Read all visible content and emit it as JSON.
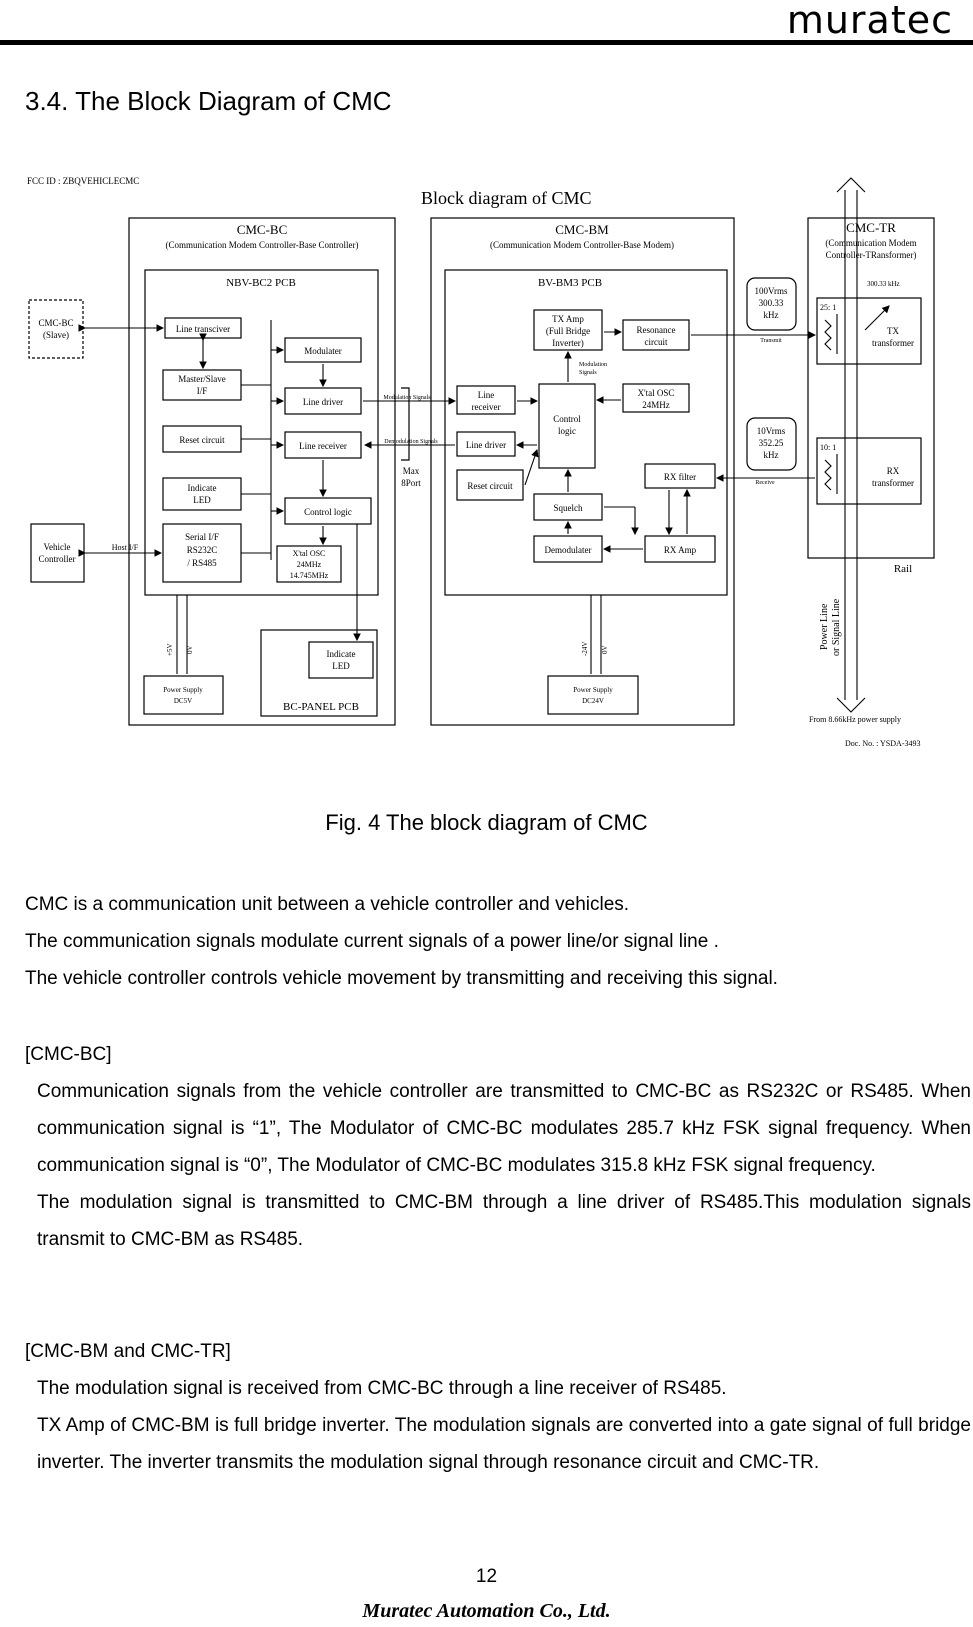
{
  "header": {
    "logo_text": "muratec"
  },
  "section_title": "3.4.  The Block Diagram of CMC",
  "diagram": {
    "fcc_id": "FCC ID : ZBQVEHICLECMC",
    "title": "Block diagram of CMC",
    "cmc_bc_title": "CMC-BC",
    "cmc_bc_sub": "(Communication Modem Controller-Base Controller)",
    "cmc_bm_title": "CMC-BM",
    "cmc_bm_sub": "(Communication Modem Controller-Base Modem)",
    "cmc_tr_title": "CMC-TR",
    "cmc_tr_sub1": "(Communication Modem",
    "cmc_tr_sub2": "Controller-TRansformer)",
    "nbv_pcb": "NBV-BC2  PCB",
    "bv_pcb": "BV-BM3  PCB",
    "bc_panel_pcb": "BC-PANEL PCB",
    "slave_1": "CMC-BC",
    "slave_2": "(Slave)",
    "vehicle_1": "Vehicle",
    "vehicle_2": "Controller",
    "host_if": "Host I/F",
    "line_transceiver": "Line transciver",
    "master_slave_1": "Master/Slave",
    "master_slave_2": "I/F",
    "reset_circuit": "Reset circuit",
    "indicate_led_1": "Indicate",
    "indicate_led_2": "LED",
    "serial_1": "Serial I/F",
    "serial_2": "RS232C",
    "serial_3": "/ RS485",
    "modulater": "Modulater",
    "line_driver": "Line driver",
    "line_receiver": "Line receiver",
    "control_logic": "Control logic",
    "xtal_bc_1": "X'tal OSC",
    "xtal_bc_2": "24MHz",
    "xtal_bc_3": "14.745MHz",
    "modulation_signals": "Modulation Signals",
    "demodulation_signals": "Demodulation Signals",
    "max_8port_1": "Max",
    "max_8port_2": "8Port",
    "plus5v": "+5V",
    "zero_v": "0V",
    "psu_bc_1": "Power Supply",
    "psu_bc_2": "DC5V",
    "panel_led_1": "Indicate",
    "panel_led_2": "LED",
    "tx_amp_1": "TX Amp",
    "tx_amp_2": "(Full Bridge",
    "tx_amp_3": "Inverter)",
    "resonance_1": "Resonance",
    "resonance_2": "circuit",
    "mod_sig_1": "Modulation",
    "mod_sig_2": "Signals",
    "line_receiver_bm_1": "Line",
    "line_receiver_bm_2": "receiver",
    "control_logic_bm_1": "Control",
    "control_logic_bm_2": "logic",
    "xtal_bm_1": "X'tal OSC",
    "xtal_bm_2": "24MHz",
    "line_driver_bm": "Line driver",
    "reset_circuit_bm": "Reset circuit",
    "rx_filter": "RX filter",
    "squelch": "Squelch",
    "demodulater": "Demodulater",
    "rx_amp": "RX Amp",
    "minus24v": "-24V",
    "zero_v_bm": "0V",
    "psu_bm_1": "Power Supply",
    "psu_bm_2": "DC24V",
    "tx_level_1": "100Vrms",
    "tx_level_2": "300.33",
    "tx_level_3": "kHz",
    "rx_level_1": "10Vrms",
    "rx_level_2": "352.25",
    "rx_level_3": "kHz",
    "transmit": "Transmit",
    "receive": "Receive",
    "tx_ratio": "25:  1",
    "tx_freq": "300.33 kHz",
    "tx_transformer_1": "TX",
    "tx_transformer_2": "transformer",
    "rx_ratio": "10:  1",
    "rx_transformer_1": "RX",
    "rx_transformer_2": "transformer",
    "rail": "Rail",
    "power_line_1": "Power Line",
    "power_line_2": "or Signal Line",
    "from_supply": "From 8.66kHz power supply",
    "doc_no": "Doc. No. : YSDA-3493"
  },
  "figure_caption": "Fig. 4 The block diagram of CMC",
  "intro": [
    "CMC is a communication unit between a vehicle controller and vehicles.",
    "The communication signals modulate current signals of a power line/or signal line .",
    "The vehicle controller controls vehicle movement by transmitting and receiving this signal."
  ],
  "sections": [
    {
      "heading": "[CMC-BC]",
      "paragraphs": [
        "Communication signals from the vehicle controller are transmitted to CMC-BC as RS232C or RS485. When communication signal is “1”, The Modulator of CMC-BC modulates 285.7 kHz FSK signal frequency. When communication signal is “0”, The Modulator of CMC-BC modulates 315.8 kHz FSK signal frequency.",
        "The modulation signal is transmitted to CMC-BM through a line driver of RS485.This modulation signals transmit to CMC-BM as RS485."
      ]
    },
    {
      "heading": "[CMC-BM and CMC-TR]",
      "paragraphs": [
        "The modulation signal is received from CMC-BC through a line receiver of RS485.",
        "TX Amp of CMC-BM is full bridge inverter. The modulation signals are converted into a gate signal of full bridge inverter. The inverter transmits the modulation signal through resonance circuit and CMC-TR."
      ]
    }
  ],
  "page_number": "12",
  "footer": "Muratec Automation Co., Ltd."
}
